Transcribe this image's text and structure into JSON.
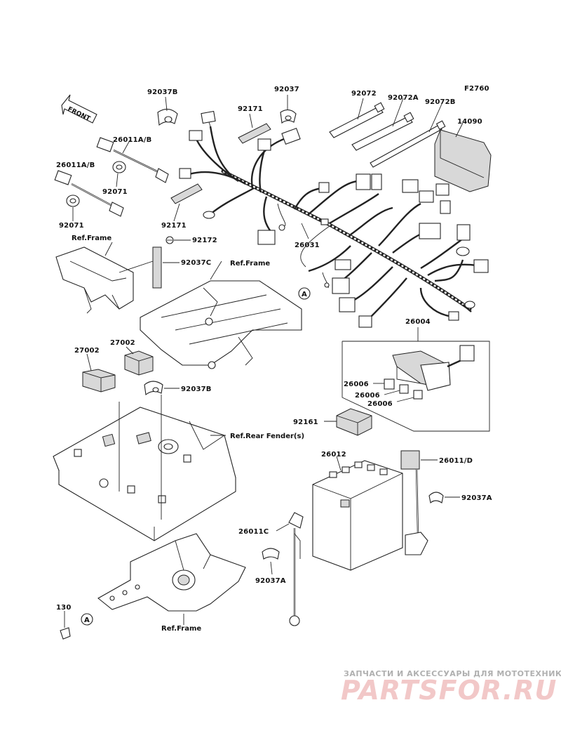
{
  "figure_id": "F2760",
  "front_label": "FRONT",
  "callouts": {
    "c92037B_top": "92037B",
    "c92037": "92037",
    "c92072": "92072",
    "c92072A": "92072A",
    "c92072B": "92072B",
    "c14090": "14090",
    "c92171_top": "92171",
    "c26011AB_1": "26011A/B",
    "c26011AB_2": "26011A/B",
    "c92071_1": "92071",
    "c92071_2": "92071",
    "c92171_mid": "92171",
    "c92172": "92172",
    "c92037C": "92037C",
    "c26031": "26031",
    "c26004": "26004",
    "c26006_1": "26006",
    "c26006_2": "26006",
    "c26006_3": "26006",
    "c27002_1": "27002",
    "c27002_2": "27002",
    "c92037B_mid": "92037B",
    "c92161": "92161",
    "c26012": "26012",
    "c26011D": "26011/D",
    "c92037A_right": "92037A",
    "c26011C": "26011C",
    "c92037A_bottom": "92037A",
    "c130": "130"
  },
  "refs": {
    "frame_left": "Ref.Frame",
    "frame_center": "Ref.Frame",
    "rear_fender": "Ref.Rear Fender(s)",
    "frame_bottom": "Ref.Frame"
  },
  "markers": {
    "a1": "A",
    "a2": "A"
  },
  "watermark": {
    "line1": "ЗАПЧАСТИ И АКСЕССУАРЫ ДЛЯ МОТОТЕХНИКИ",
    "line2": "PARTSFOR.RU",
    "color": "#e9a0a0"
  }
}
